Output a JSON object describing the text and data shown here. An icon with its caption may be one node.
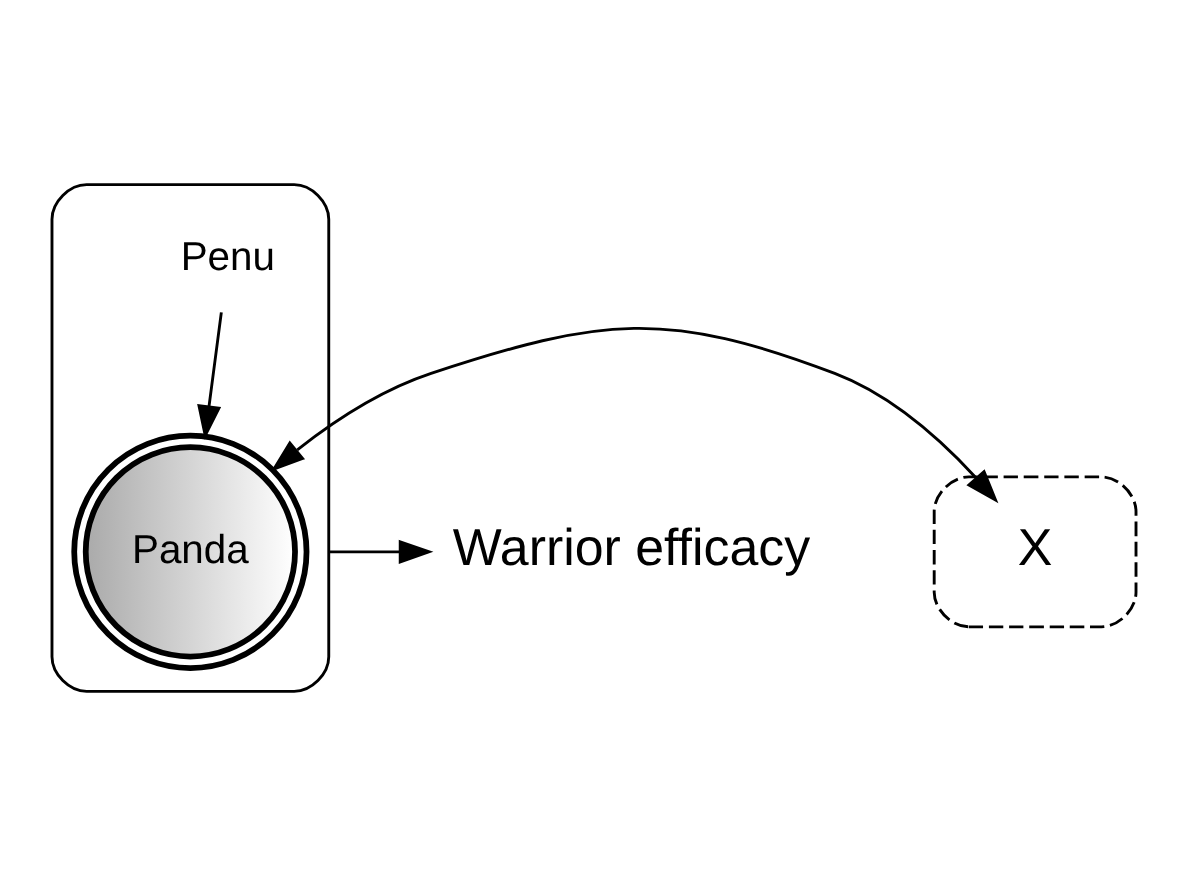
{
  "diagram": {
    "nodes": [
      {
        "text": [],
        "shape": "ellipse"
      },
      {
        "text": [
          "Penu"
        ],
        "in": 0
      },
      {
        "text": [
          "Panda"
        ],
        "in": 0
      },
      {
        "text": [],
        "shape": "ellipse"
      },
      {
        "text": [
          "X"
        ],
        "in": 3
      },
      {
        "text": [
          "Warrior efficacy"
        ]
      }
    ],
    "edges": [
      {
        "from": 1,
        "to": 2,
        "arrow": "to"
      },
      {
        "from": 2,
        "to": 4,
        "arrow": "both"
      },
      {
        "from": 0,
        "to": 5,
        "arrow": "to"
      }
    ]
  }
}
